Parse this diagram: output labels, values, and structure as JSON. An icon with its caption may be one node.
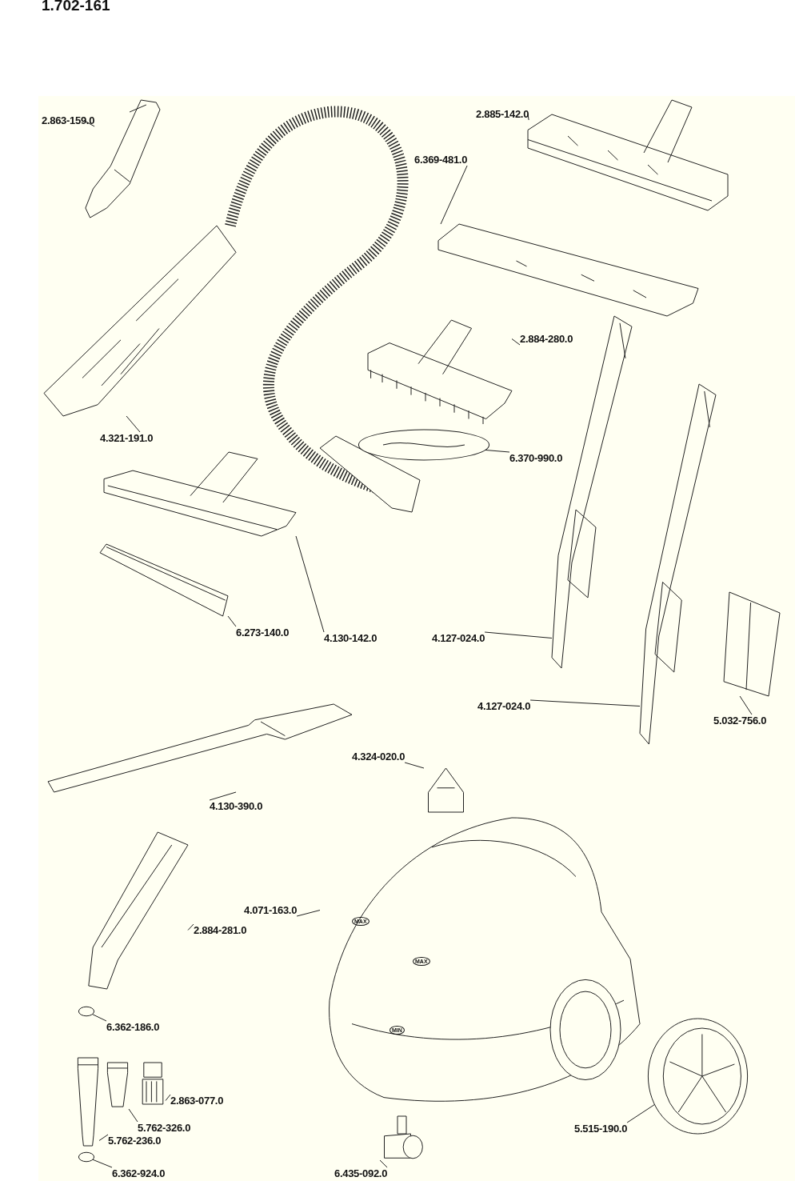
{
  "diagram": {
    "title": "1.702-161",
    "nodes": [
      {
        "text": [
          "2.863-159.0"
        ]
      },
      {
        "text": [],
        "shape": "picture"
      },
      {
        "text": [
          "4.321-191.0"
        ]
      },
      {
        "text": [],
        "shape": "picture"
      },
      {
        "text": [
          "2.885-142.0"
        ]
      },
      {
        "text": [],
        "shape": "picture"
      },
      {
        "text": [
          "6.369-481.0"
        ]
      },
      {
        "text": [],
        "shape": "picture"
      },
      {
        "text": [
          "2.884-280.0"
        ]
      },
      {
        "text": [],
        "shape": "picture"
      },
      {
        "text": [
          "6.370-990.0"
        ]
      },
      {
        "text": [],
        "shape": "picture"
      },
      {
        "text": [
          "6.273-140.0"
        ]
      },
      {
        "text": [],
        "shape": "picture"
      },
      {
        "text": [
          "4.130-142.0"
        ]
      },
      {
        "text": [],
        "shape": "picture"
      },
      {
        "text": [
          "4.127-024.0"
        ]
      },
      {
        "text": [],
        "shape": "picture"
      },
      {
        "text": [
          "5.032-756.0"
        ]
      },
      {
        "text": [],
        "shape": "picture"
      },
      {
        "text": [
          "4.127-024.0"
        ]
      },
      {
        "text": [],
        "shape": "picture"
      },
      {
        "text": [
          "4.324-020.0"
        ]
      },
      {
        "text": [],
        "shape": "picture"
      },
      {
        "text": [
          "4.130-390.0"
        ]
      },
      {
        "text": [],
        "shape": "picture"
      },
      {
        "text": [
          "4.071-163.0"
        ]
      },
      {
        "text": [],
        "shape": "picture"
      },
      {
        "text": [
          "2.884-281.0"
        ]
      },
      {
        "text": [],
        "shape": "picture"
      },
      {
        "text": [
          "6.362-186.0"
        ]
      },
      {
        "text": [],
        "shape": "circle"
      },
      {
        "text": [
          "2.863-077.0"
        ]
      },
      {
        "text": [],
        "shape": "picture"
      },
      {
        "text": [
          "5.762-326.0"
        ]
      },
      {
        "text": [],
        "shape": "picture"
      },
      {
        "text": [
          "5.762-236.0"
        ]
      },
      {
        "text": [],
        "shape": "picture"
      },
      {
        "text": [
          "6.435-092.0"
        ]
      },
      {
        "text": [],
        "shape": "picture"
      },
      {
        "text": [
          "5.515-190.0"
        ]
      },
      {
        "text": [],
        "shape": "picture"
      },
      {
        "text": [
          "6.362-924.0"
        ]
      },
      {
        "text": [],
        "shape": "circle"
      }
    ],
    "edges": [
      {
        "from": 0,
        "to": 1,
        "arrow": "none"
      },
      {
        "from": 2,
        "to": 3,
        "arrow": "none"
      },
      {
        "from": 4,
        "to": 5,
        "arrow": "none"
      },
      {
        "from": 6,
        "to": 7,
        "arrow": "none"
      },
      {
        "from": 8,
        "to": 9,
        "arrow": "none"
      },
      {
        "from": 10,
        "to": 11,
        "arrow": "none"
      },
      {
        "from": 12,
        "to": 13,
        "arrow": "none"
      },
      {
        "from": 14,
        "to": 15,
        "arrow": "none"
      },
      {
        "from": 16,
        "to": 17,
        "arrow": "none"
      },
      {
        "from": 18,
        "to": 19,
        "arrow": "none"
      },
      {
        "from": 20,
        "to": 21,
        "arrow": "none"
      },
      {
        "from": 22,
        "to": 23,
        "arrow": "none"
      },
      {
        "from": 24,
        "to": 25,
        "arrow": "none"
      },
      {
        "from": 26,
        "to": 27,
        "arrow": "none"
      },
      {
        "from": 28,
        "to": 29,
        "arrow": "none"
      },
      {
        "from": 30,
        "to": 31,
        "arrow": "none"
      },
      {
        "from": 32,
        "to": 33,
        "arrow": "none"
      },
      {
        "from": 34,
        "to": 35,
        "arrow": "none"
      },
      {
        "from": 36,
        "to": 37,
        "arrow": "none"
      },
      {
        "from": 38,
        "to": 39,
        "arrow": "none"
      },
      {
        "from": 40,
        "to": 41,
        "arrow": "none"
      },
      {
        "from": 42,
        "to": 43,
        "arrow": "none"
      }
    ],
    "labels": [
      "MAX",
      "MAX",
      "MIN"
    ]
  }
}
